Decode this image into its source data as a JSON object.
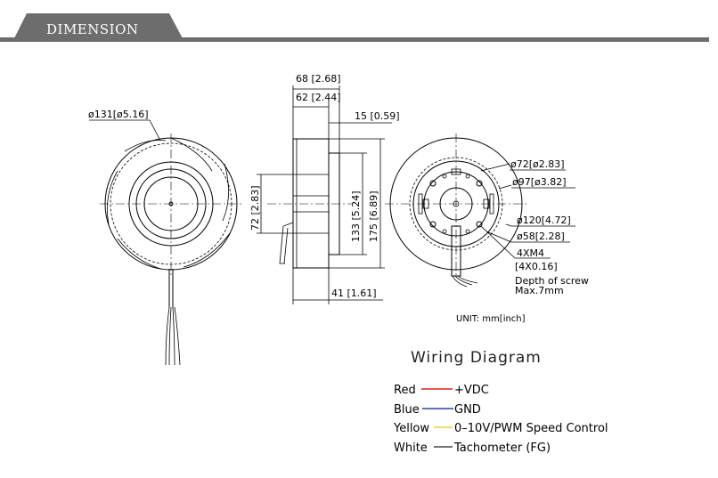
{
  "header": {
    "title": "DIMENSION"
  },
  "dims": {
    "front_outer": "ø131[ø5.16]",
    "side_total": "68 [2.68]",
    "side_body": "62 [2.44]",
    "side_hub": "15 [0.59]",
    "side_height_inner": "72 [2.83]",
    "side_height_mid": "133 [5.24]",
    "side_height_outer": "175 [6.89]",
    "side_bottom": "41 [1.61]",
    "back_d72": "ø72[ø2.83]",
    "back_d97": "ø97[ø3.82]",
    "back_d120": "ø120[4.72]",
    "back_d58": "ø58[2.28]",
    "screw": "4XM4",
    "screw_inch": "[4X0.16]",
    "depth_1": "Depth of screw",
    "depth_2": "Max.7mm",
    "unit": "UNIT: mm[inch]"
  },
  "wiring": {
    "title": "Wiring Diagram",
    "rows": [
      {
        "color_name": "Red",
        "function": "+VDC",
        "color": "#e02020"
      },
      {
        "color_name": "Blue",
        "function": "GND",
        "color": "#2a3ea8"
      },
      {
        "color_name": "Yellow",
        "function": "0–10V/PWM Speed Control",
        "color": "#e8d23a"
      },
      {
        "color_name": "White",
        "function": "Tachometer (FG)",
        "color": "#222222"
      }
    ]
  },
  "colors": {
    "header_tab": "#6d6d6d",
    "header_line": "#6d6d6d"
  }
}
